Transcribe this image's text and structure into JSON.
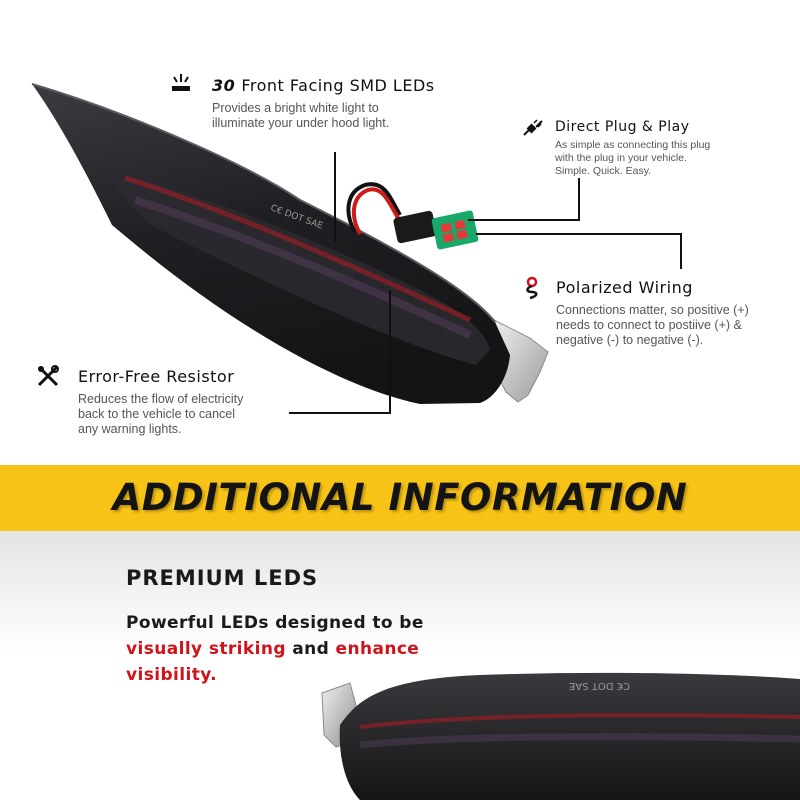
{
  "features": {
    "smd": {
      "count": "30",
      "title": "Front Facing SMD LEDs",
      "desc": [
        "Provides a bright white light to",
        "illuminate your under hood light."
      ],
      "icon": "light-icon"
    },
    "plug": {
      "title": "Direct Plug & Play",
      "desc": [
        "As simple as connecting this plug",
        "with the plug in your vehicle.",
        "Simple. Quick. Easy."
      ],
      "icon": "plug-icon"
    },
    "polarized": {
      "title": "Polarized Wiring",
      "desc": [
        "Connections matter, so positive (+)",
        "needs to connect to postiive (+) &",
        "negative (-) to negative (-)."
      ],
      "icon": "wiring-icon"
    },
    "resistor": {
      "title": "Error-Free Resistor",
      "desc": [
        "Reduces the flow of electricity",
        "back to the vehicle to cancel",
        "any warning lights."
      ],
      "icon": "tools-icon"
    }
  },
  "banner": {
    "title": "ADDITIONAL INFORMATION",
    "color": "#f7c316"
  },
  "premium": {
    "heading": "PREMIUM LEDS",
    "line1": "Powerful LEDs designed to be",
    "line2_red_a": "visually striking",
    "line2_mid": " and ",
    "line2_red_b": "enhance",
    "line3_red": "visibility."
  },
  "product_label": "C€ DOT SAE",
  "colors": {
    "accent_red": "#d0121b",
    "banner_yellow": "#f7c316"
  }
}
